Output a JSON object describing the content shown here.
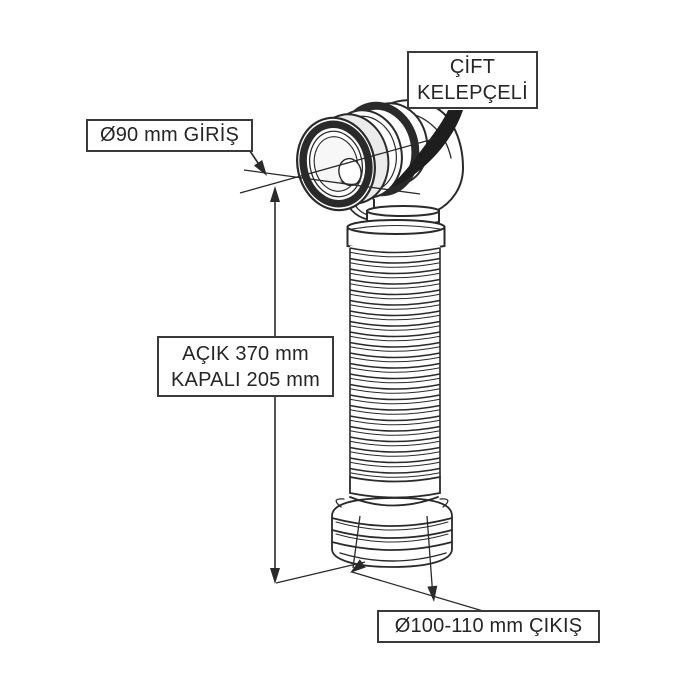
{
  "labels": {
    "clamp": {
      "line1": "ÇİFT",
      "line2": "KELEPÇELİ"
    },
    "inlet": {
      "text": "Ø90 mm GİRİŞ"
    },
    "length": {
      "line1": "AÇIK 370 mm",
      "line2": "KAPALI 205 mm"
    },
    "outlet": {
      "text": "Ø100-110 mm ÇIKIŞ"
    }
  },
  "colors": {
    "ink": "#2a2a2a",
    "background": "#ffffff",
    "shade": "#ebebeb"
  }
}
